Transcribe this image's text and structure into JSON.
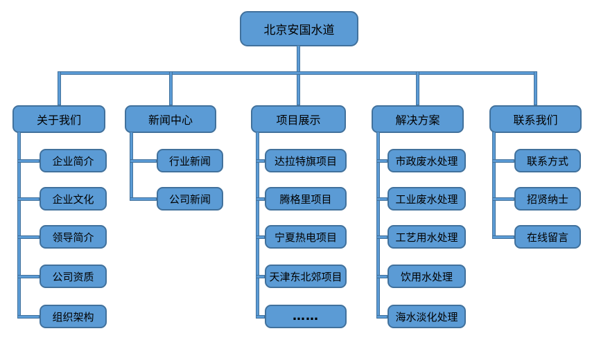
{
  "page": {
    "background": "#ffffff",
    "description_title": "北京安国水道"
  },
  "chart": {
    "type": "org-tree",
    "root": {
      "label": "北京安国水道"
    },
    "branches": [
      {
        "label": "关于我们",
        "children": [
          "企业简介",
          "企业文化",
          "领导简介",
          "公司资质",
          "组织架构"
        ]
      },
      {
        "label": "新闻中心",
        "children": [
          "行业新闻",
          "公司新闻"
        ]
      },
      {
        "label": "项目展示",
        "children": [
          "达拉特旗项目",
          "腾格里项目",
          "宁夏热电项目",
          "天津东北郊项目",
          "……"
        ]
      },
      {
        "label": "解决方案",
        "children": [
          "市政废水处理",
          "工业废水处理",
          "工艺用水处理",
          "饮用水处理",
          "海水淡化处理"
        ]
      },
      {
        "label": "联系我们",
        "children": [
          "联系方式",
          "招贤纳士",
          "在线留言"
        ]
      }
    ],
    "colors": {
      "node_fill": "#5B9BD5",
      "node_border": "#41719C",
      "text": "#000000",
      "background": "#ffffff"
    }
  }
}
